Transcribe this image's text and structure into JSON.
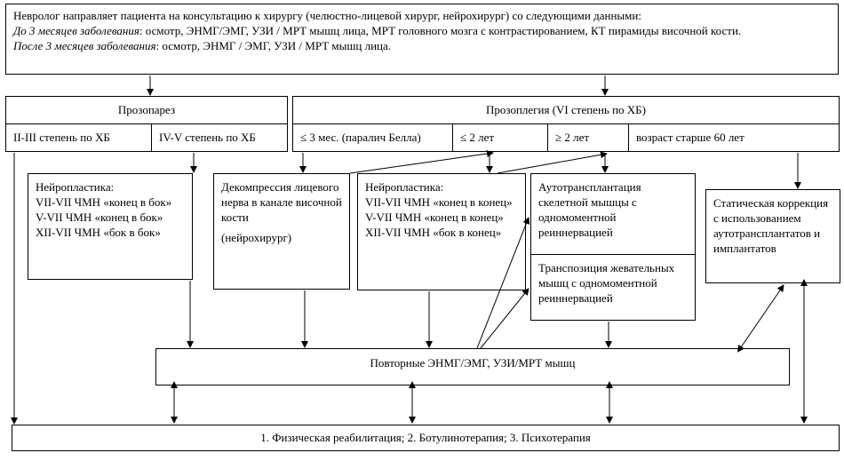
{
  "header": {
    "line1": "Невролог направляет пациента на консультацию к хирургу (челюстно-лицевой хирург, нейрохирург) со следующими данными:",
    "before_italic": "До 3 месяцев заболевания",
    "before_text": ": осмотр, ЭНМГ/ЭМГ, УЗИ / МРТ мышц лица, МРТ головного мозга с контрастированием, КТ пирамиды височной кости.",
    "after_italic": "После 3 месяцев заболевания",
    "after_text": ": осмотр, ЭНМГ / ЭМГ, УЗИ / МРТ мышц лица."
  },
  "prozoparez": {
    "title": "Прозопарез",
    "grade_low": "II-III степень по ХБ",
    "grade_high": "IV-V степень по ХБ"
  },
  "prozoplegia": {
    "title": "Прозоплегия (VI степень по ХБ)",
    "cat_1": "≤ 3 мес. (паралич Белла)",
    "cat_2": "≤ 2 лет",
    "cat_3": "≥ 2 лет",
    "cat_4": "возраст старше 60 лет"
  },
  "neuroplasty_1": {
    "title": "Нейропластика:",
    "items": [
      "VII-VII ЧМН «конец в бок»",
      "V-VII ЧМН «конец в бок»",
      "XII-VII ЧМН «бок в бок»"
    ]
  },
  "decompression": {
    "text": "Декомпрессия лицевого нерва в канале височной кости",
    "note": "(нейрохирург)"
  },
  "neuroplasty_2": {
    "title": "Нейропластика:",
    "items": [
      "VII-VII ЧМН «конец в конец»",
      "V-VII ЧМН «конец в конец»",
      "XII-VII ЧМН «бок в конец»"
    ]
  },
  "autotransplant": {
    "text": "Аутотрансплантация скелетной мышцы с одномоментной реиннервацией"
  },
  "transposition": {
    "text": "Транспозиция жевательных мышц с одномоментной реиннервацией"
  },
  "static_correction": {
    "text": "Статическая коррекция с использованием аутотрансплантатов и имплантатов"
  },
  "repeat_tests": {
    "text": "Повторные ЭНМГ/ЭМГ, УЗИ/МРТ мышц"
  },
  "rehab": {
    "text": "1. Физическая реабилитация; 2. Ботулинотерапия; 3. Психотерапия"
  }
}
